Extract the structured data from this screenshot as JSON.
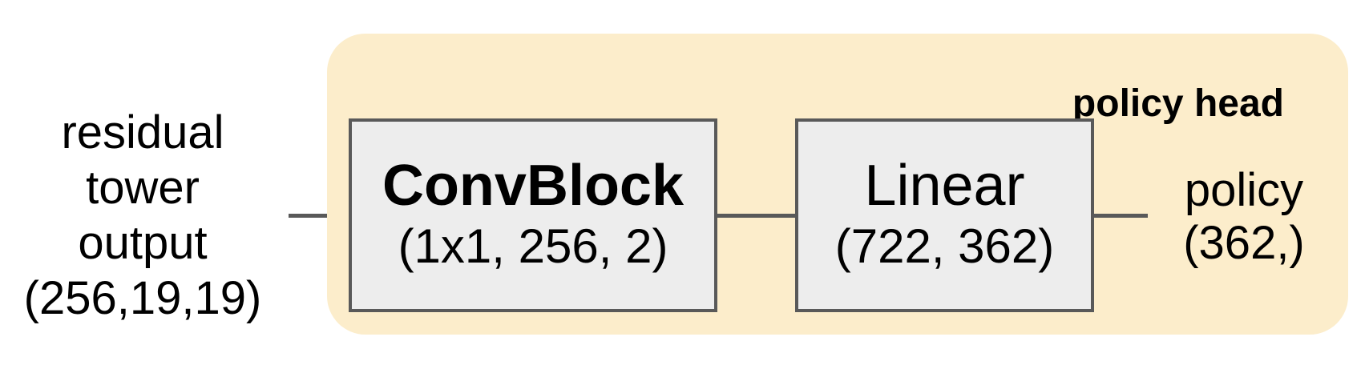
{
  "colors": {
    "container_bg": "#FCEDCB",
    "block_bg": "#EDEDED",
    "stroke": "#595959",
    "text": "#000000"
  },
  "input_label": {
    "lines": [
      "residual",
      "tower",
      "output",
      "(256,19,19)"
    ]
  },
  "policy_head": {
    "label": "policy head"
  },
  "blocks": [
    {
      "title": "ConvBlock",
      "params": "(1x1, 256, 2)"
    },
    {
      "title": "Linear",
      "params": "(722, 362)"
    }
  ],
  "output_label": {
    "lines": [
      "policy",
      "(362,)"
    ]
  }
}
